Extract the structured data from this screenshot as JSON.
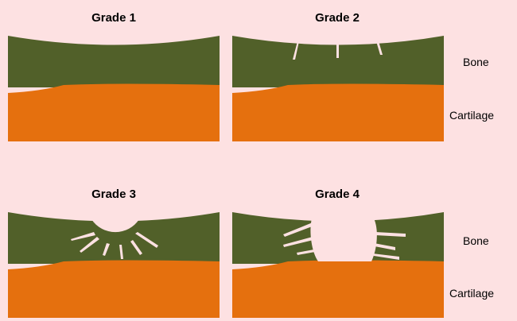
{
  "colors": {
    "background": "#fde1e2",
    "bone": "#516029",
    "cartilage": "#e5700e",
    "defect": "#fde1e2"
  },
  "panels": [
    {
      "title": "Grade 1"
    },
    {
      "title": "Grade 2"
    },
    {
      "title": "Grade 3"
    },
    {
      "title": "Grade 4"
    }
  ],
  "labels": {
    "bone_top": "Bone",
    "cartilage_top": "Cartilage",
    "bone_bottom": "Bone",
    "cartilage_bottom": "Cartilage"
  }
}
